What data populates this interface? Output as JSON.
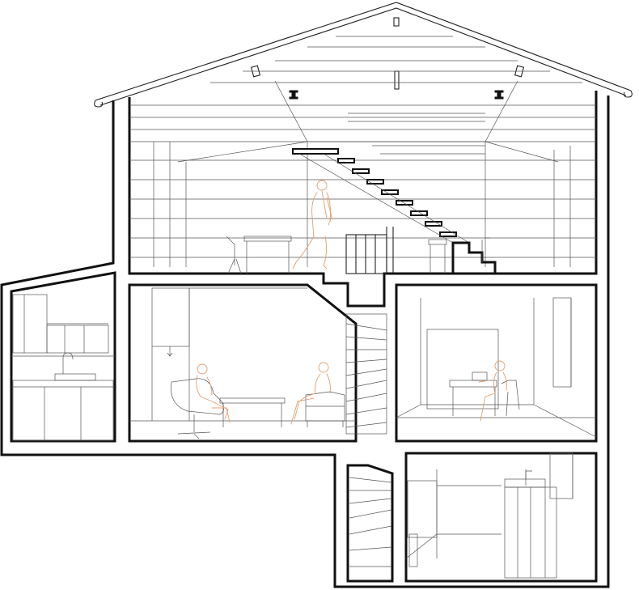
{
  "figure_kind": "architectural-section",
  "line_color": "#111111",
  "detail_color": "#555555",
  "figure_color": "#e0a070",
  "background": "#ffffff",
  "rooms": [
    {
      "id": "attic-studio",
      "figures": 1
    },
    {
      "id": "side-kitchen",
      "figures": 0
    },
    {
      "id": "living-room",
      "figures": 2
    },
    {
      "id": "study-room",
      "figures": 1
    },
    {
      "id": "lower-stair",
      "figures": 0
    },
    {
      "id": "basement-kitchen",
      "figures": 0
    }
  ]
}
